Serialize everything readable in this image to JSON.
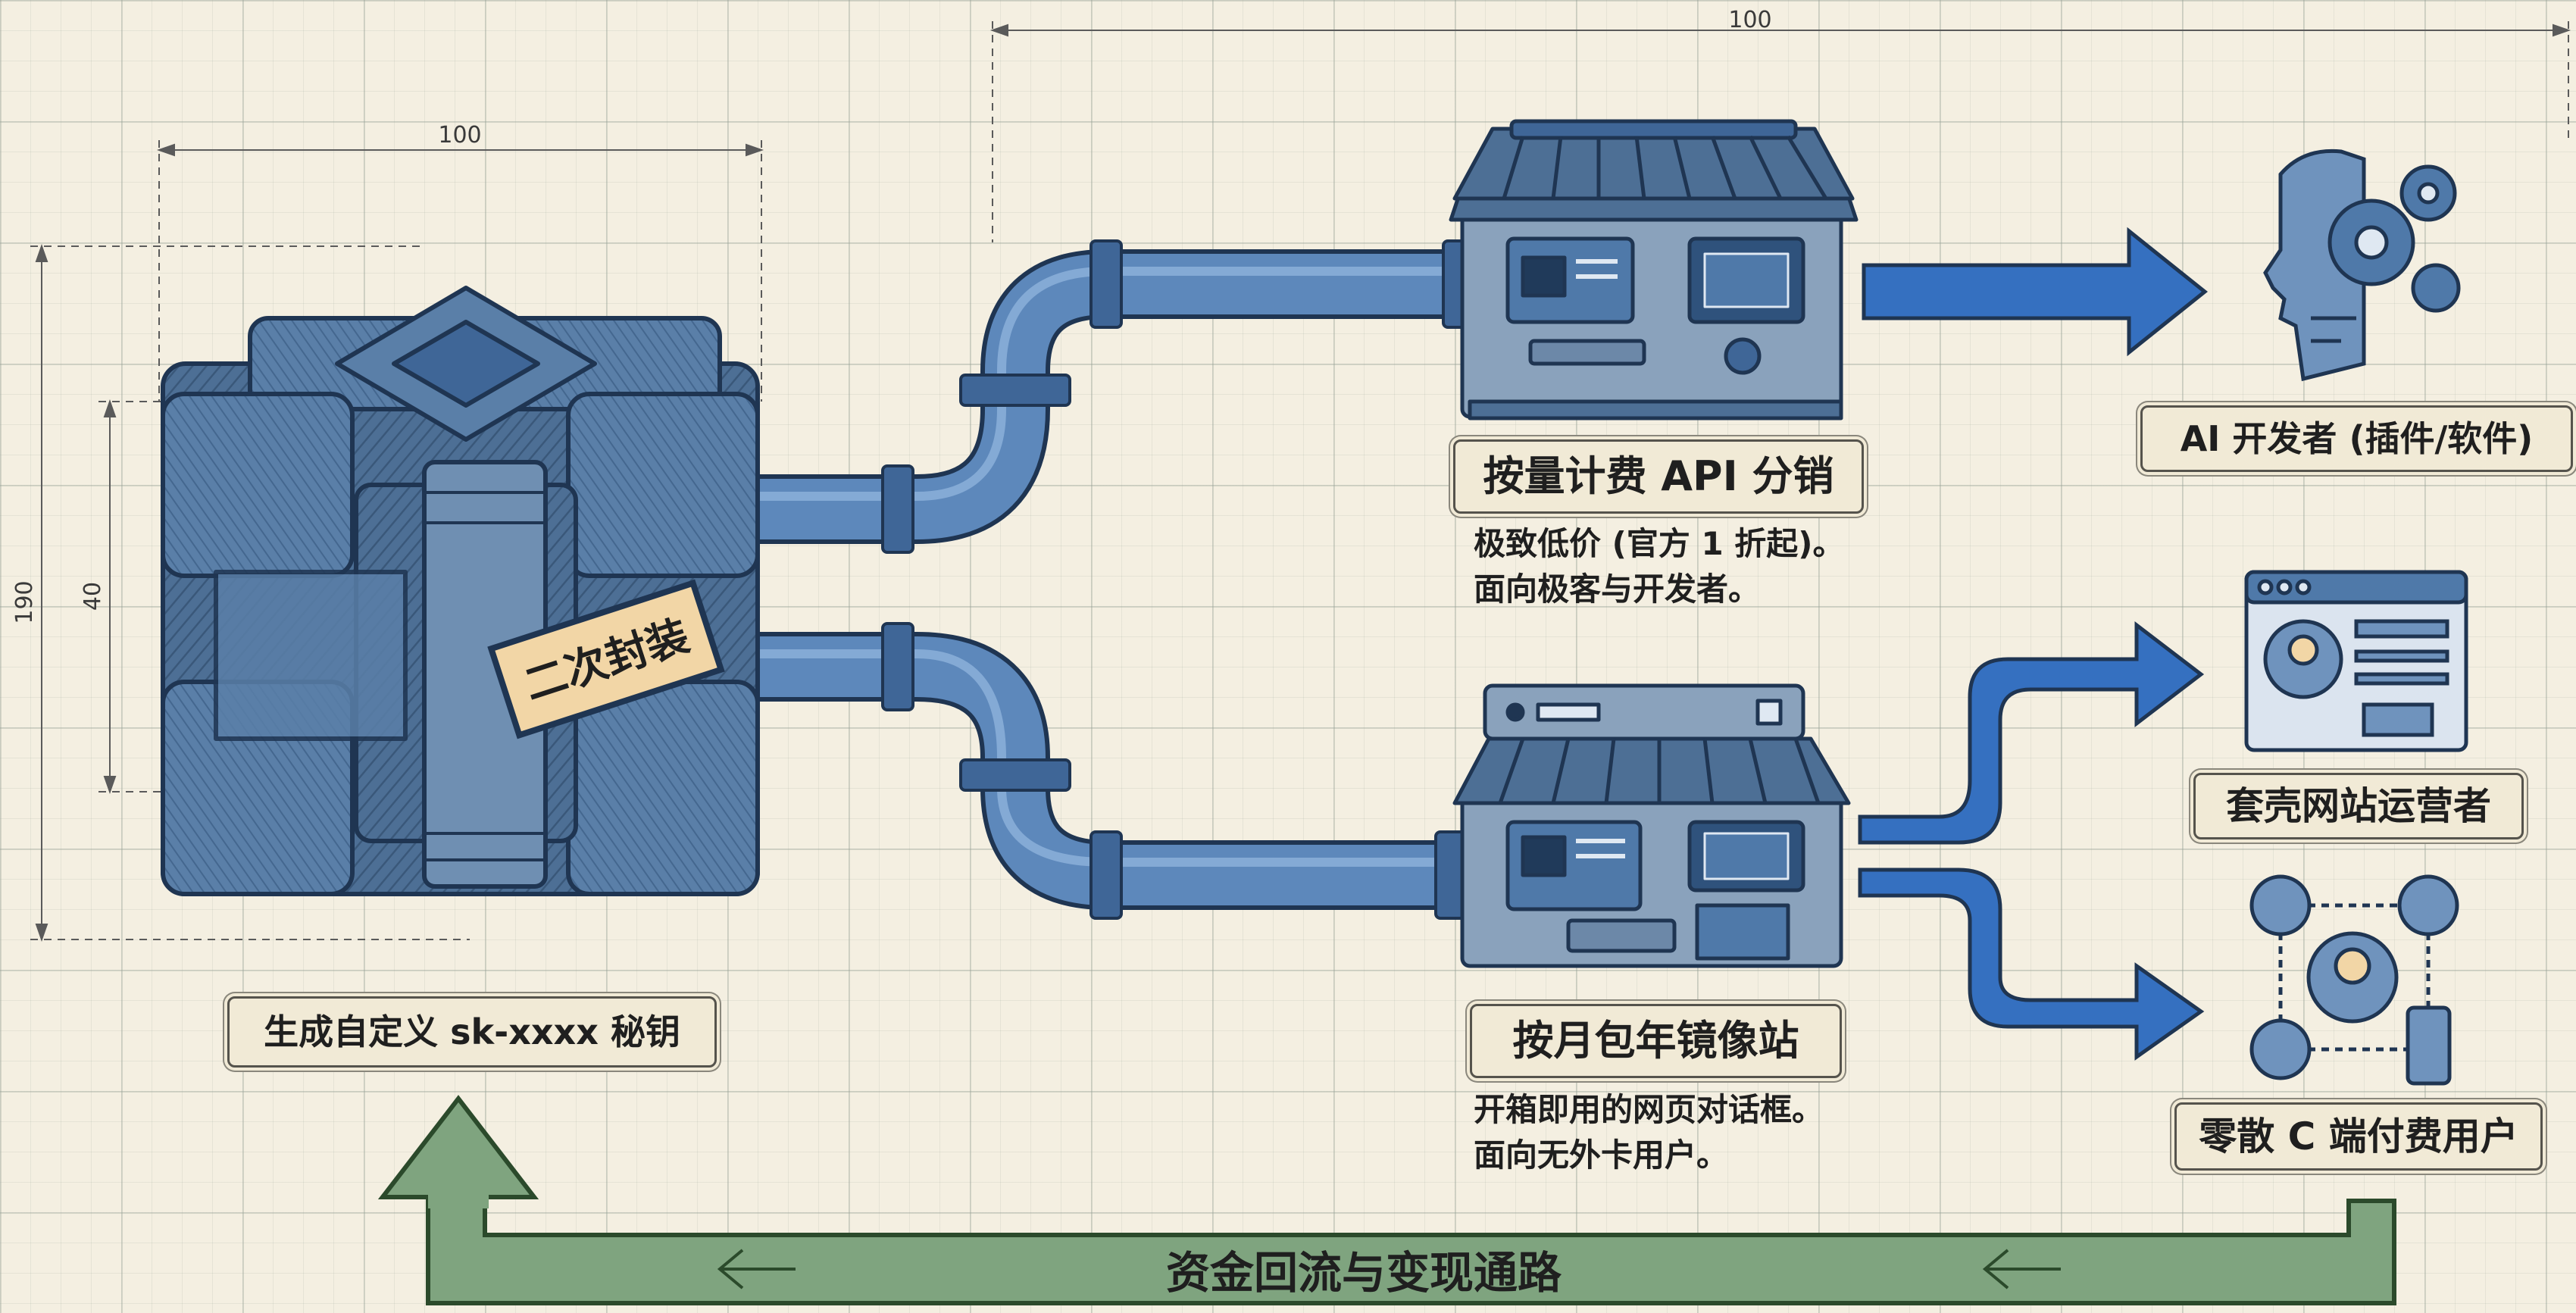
{
  "dimensions": {
    "top_width": "100",
    "cube_width": "100",
    "cube_height": "190",
    "inner_height": "40"
  },
  "source": {
    "box_label": "二次封装",
    "caption": "生成自定义 sk-xxxx 秘钥",
    "icon": "cube-box-icon"
  },
  "channels": [
    {
      "title": "按量计费 API 分销",
      "desc_line1": "极致低价 (官方 1 折起)。",
      "desc_line2": "面向极客与开发者。",
      "icon": "shop-icon"
    },
    {
      "title": "按月包年镜像站",
      "desc_line1": "开箱即用的网页对话框。",
      "desc_line2": "面向无外卡用户。",
      "icon": "mirror-shop-icon"
    }
  ],
  "targets": [
    {
      "label": "AI 开发者 (插件/软件)",
      "icon": "ai-head-gears-icon"
    },
    {
      "label": "套壳网站运营者",
      "icon": "website-profile-icon"
    },
    {
      "label": "零散 C 端付费用户",
      "icon": "user-network-icon"
    }
  ],
  "return_flow": {
    "label": "资金回流与变现通路"
  },
  "colors": {
    "pipe": "#5d88bb",
    "arrow_blue": "#3570c0",
    "return_green": "#7fa47f",
    "background": "#f4efe1"
  }
}
